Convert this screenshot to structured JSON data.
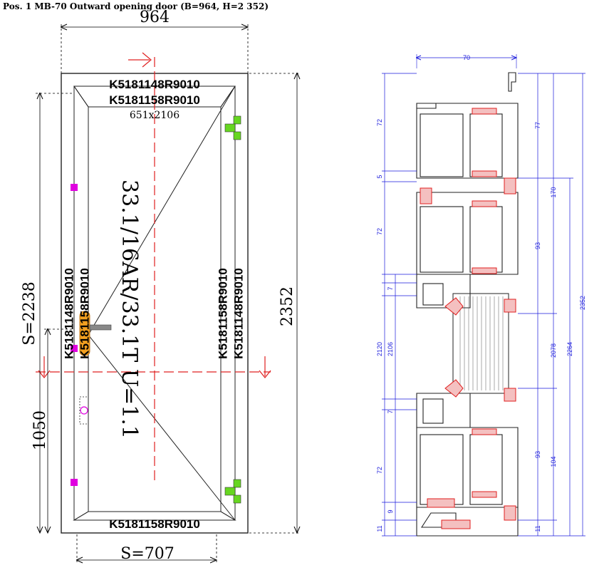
{
  "title": "Pos. 1  MB-70 Outward opening door (B=964, H=2 352)",
  "elevation": {
    "width_dim": "964",
    "height_dim": "2352",
    "sash_width_dim": "S=707",
    "sash_height_dim": "S=2238",
    "handle_height_dim": "1050",
    "frame_top": "K5181148R9010",
    "sash_top": "K5181158R9010",
    "sash_bottom": "K5181158R9010",
    "frame_left": "K5181148R9010",
    "sash_left": "K5181158R9010",
    "sash_right": "K5181158R9010",
    "frame_right": "K5181148R9010",
    "glass_size": "651x2106",
    "glass_spec": "33.1/16AR/33.1T U=1.1"
  },
  "section": {
    "top_width": "70",
    "left_dims": [
      "72",
      "5",
      "72",
      "7",
      "2120",
      "2106",
      "7",
      "72",
      "9",
      "11"
    ],
    "right_dims": [
      "77",
      "170",
      "93",
      "2078",
      "2264",
      "2352",
      "93",
      "104",
      "11"
    ]
  },
  "colors": {
    "frame": "#222222",
    "dim": "#1a1adb",
    "seal": "#e02020",
    "hinge": "#66d620",
    "lock": "#e000e0",
    "handle": "#f2a020",
    "guide": "#e02020"
  }
}
